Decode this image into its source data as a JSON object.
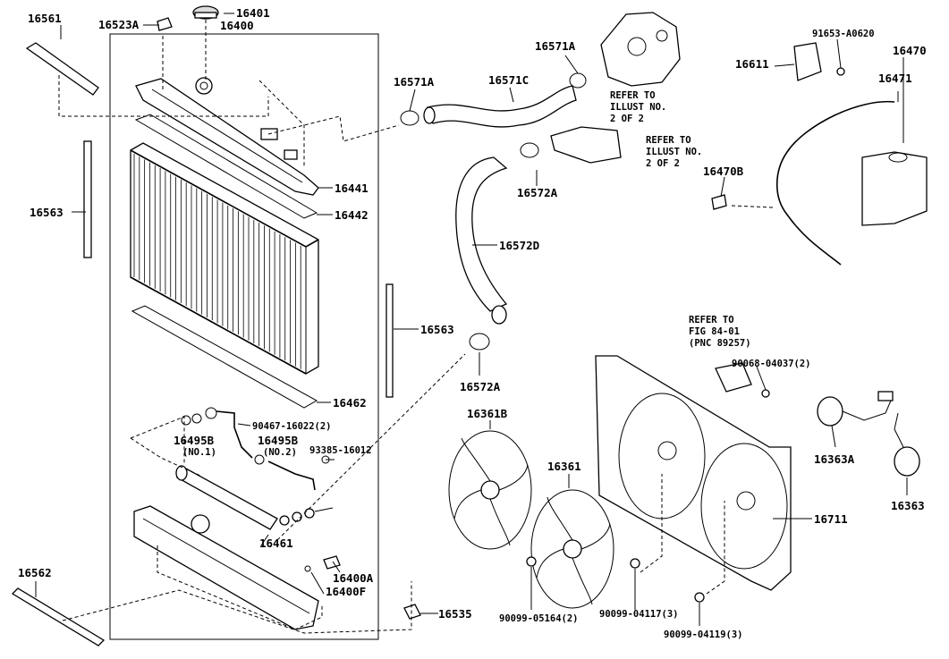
{
  "parts": {
    "p16561": "16561",
    "p16523A": "16523A",
    "p16401": "16401",
    "p16400": "16400",
    "p16571A_left": "16571A",
    "p16571C": "16571C",
    "p16571A_top": "16571A",
    "p16572A_top": "16572A",
    "p16572D": "16572D",
    "p16572A_bottom": "16572A",
    "p16441": "16441",
    "p16442": "16442",
    "p16563_left": "16563",
    "p16563_right": "16563",
    "p16462": "16462",
    "p90467": "90467-16022(2)",
    "p16495B_1": "16495B",
    "p16495B_1_note": "(NO.1)",
    "p16495B_2": "16495B",
    "p16495B_2_note": "(NO.2)",
    "p93385": "93385-16012",
    "p16461": "16461",
    "p16400A": "16400A",
    "p16400F": "16400F",
    "p16562": "16562",
    "p16535": "16535",
    "p16361B": "16361B",
    "p16361": "16361",
    "p90099_05164": "90099-05164(2)",
    "p90099_04117": "90099-04117(3)",
    "p90099_04119": "90099-04119(3)",
    "p16711": "16711",
    "p90068": "90068-04037(2)",
    "p16363A": "16363A",
    "p16363": "16363",
    "p91653": "91653-A0620",
    "p16611": "16611",
    "p16470": "16470",
    "p16471": "16471",
    "p16470B": "16470B"
  },
  "notes": {
    "refer_top": [
      "REFER TO",
      "ILLUST NO.",
      "2 OF 2"
    ],
    "refer_mid": [
      "REFER TO",
      "ILLUST NO.",
      "2 OF 2"
    ],
    "refer_fig": [
      "REFER TO",
      "FIG 84-01",
      "(PNC 89257)"
    ]
  }
}
